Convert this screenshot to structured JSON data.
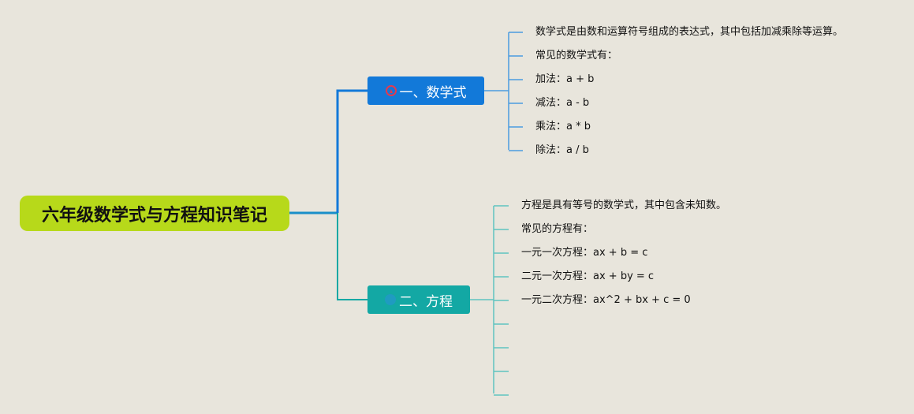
{
  "root": {
    "title": "六年级数学式与方程知识笔记"
  },
  "branches": [
    {
      "title": "一、数学式",
      "icon": "warning-circle-icon",
      "color": "#1279d9",
      "leaves": [
        "数学式是由数和运算符号组成的表达式，其中包括加减乘除等运算。",
        "常见的数学式有：",
        "加法：a + b",
        "减法：a - b",
        "乘法：a * b",
        "除法：a / b"
      ]
    },
    {
      "title": "二、方程",
      "icon": "circle-icon",
      "color": "#13a8a4",
      "leaves": [
        "方程是具有等号的数学式，其中包含未知数。",
        "常见的方程有：",
        "一元一次方程：ax + b = c",
        "二元一次方程：ax + by = c",
        "一元二次方程：ax^2 + bx + c = 0",
        "",
        "",
        "",
        ""
      ]
    }
  ],
  "colors": {
    "background": "#e8e5dc",
    "root": "#b7d91a",
    "branch1": "#1279d9",
    "branch2": "#13a8a4",
    "branch1_line": "#4a9be0",
    "branch2_line": "#5fc4c0"
  }
}
